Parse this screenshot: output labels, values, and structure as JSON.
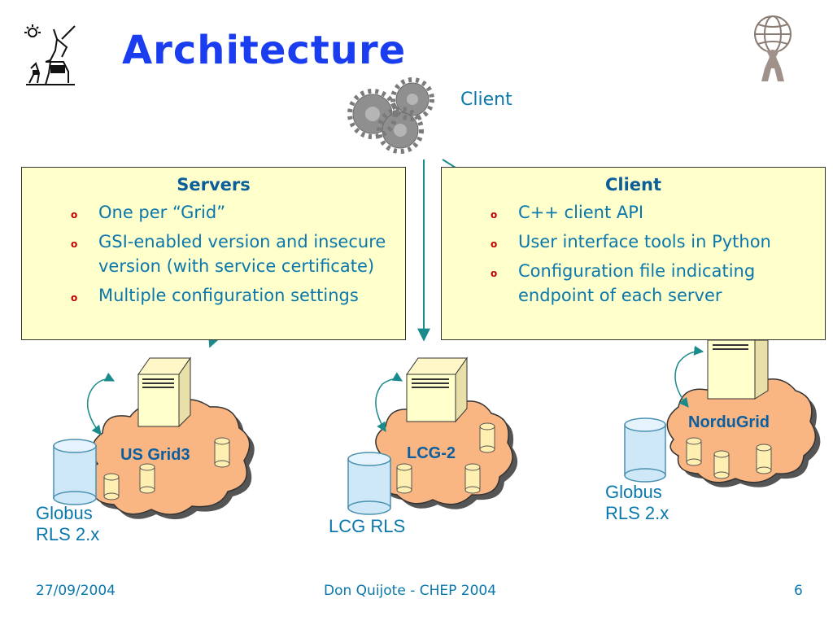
{
  "title": "Architecture",
  "client_label": "Client",
  "servers_box": {
    "heading": "Servers",
    "items": [
      "One per “Grid”",
      "GSI-enabled version and insecure version (with service certificate)",
      "Multiple configuration settings"
    ]
  },
  "client_box": {
    "heading": "Client",
    "items": [
      "C++ client API",
      "User interface tools in Python",
      "Configuration file indicating endpoint of each server"
    ]
  },
  "clouds": [
    {
      "name": "US Grid3",
      "db_label_line1": "Globus",
      "db_label_line2": "RLS 2.x"
    },
    {
      "name": "LCG-2",
      "db_label_line1": "LCG RLS",
      "db_label_line2": ""
    },
    {
      "name": "NorduGrid",
      "db_label_line1": "Globus",
      "db_label_line2": "RLS 2.x"
    }
  ],
  "bullet_glyph": "o",
  "footer": {
    "date": "27/09/2004",
    "center": "Don Quijote - CHEP 2004",
    "page": "6"
  },
  "colors": {
    "title": "#1a3df0",
    "text": "#0a78ad",
    "box_fill": "#ffffcc",
    "cloud_fill": "#f9b582",
    "bullet": "#c00000",
    "server_fill": "#ffffcc",
    "db_fill": "#cfe8f8",
    "cyl_fill": "#ffefb0"
  },
  "icons": [
    "don-quijote-logo-icon",
    "atlas-logo-icon",
    "gears-icon",
    "server-icon",
    "database-cylinder-icon"
  ]
}
